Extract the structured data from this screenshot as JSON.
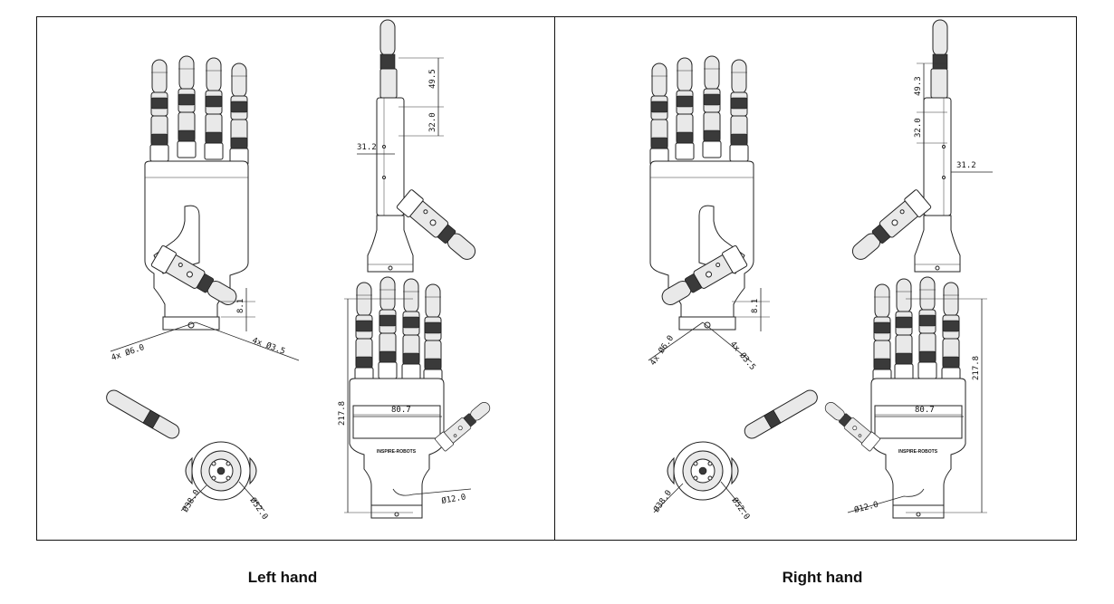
{
  "panels": {
    "left": {
      "caption": "Left hand",
      "dims": {
        "tip_len": "49.5",
        "mid_len": "32.0",
        "thumb_offset": "31.2",
        "wrist_h": "8.1",
        "holes_a": "4x Ø6.0",
        "holes_b": "4x Ø3.5",
        "width": "80.7",
        "height": "217.8",
        "pin": "Ø12.0",
        "dia_a": "Ø38.0",
        "dia_b": "Ø52.0",
        "brand": "INSPIRE-ROBOTS"
      }
    },
    "right": {
      "caption": "Right hand",
      "dims": {
        "tip_len": "49.3",
        "mid_len": "32.0",
        "thumb_offset": "31.2",
        "wrist_h": "8.1",
        "holes_a": "4x Ø6.0",
        "holes_b": "4x Ø3.5",
        "width": "80.7",
        "height": "217.8",
        "pin": "Ø12.0",
        "dia_a": "Ø38.0",
        "dia_b": "Ø52.0",
        "brand": "INSPIRE-ROBOTS"
      }
    }
  }
}
